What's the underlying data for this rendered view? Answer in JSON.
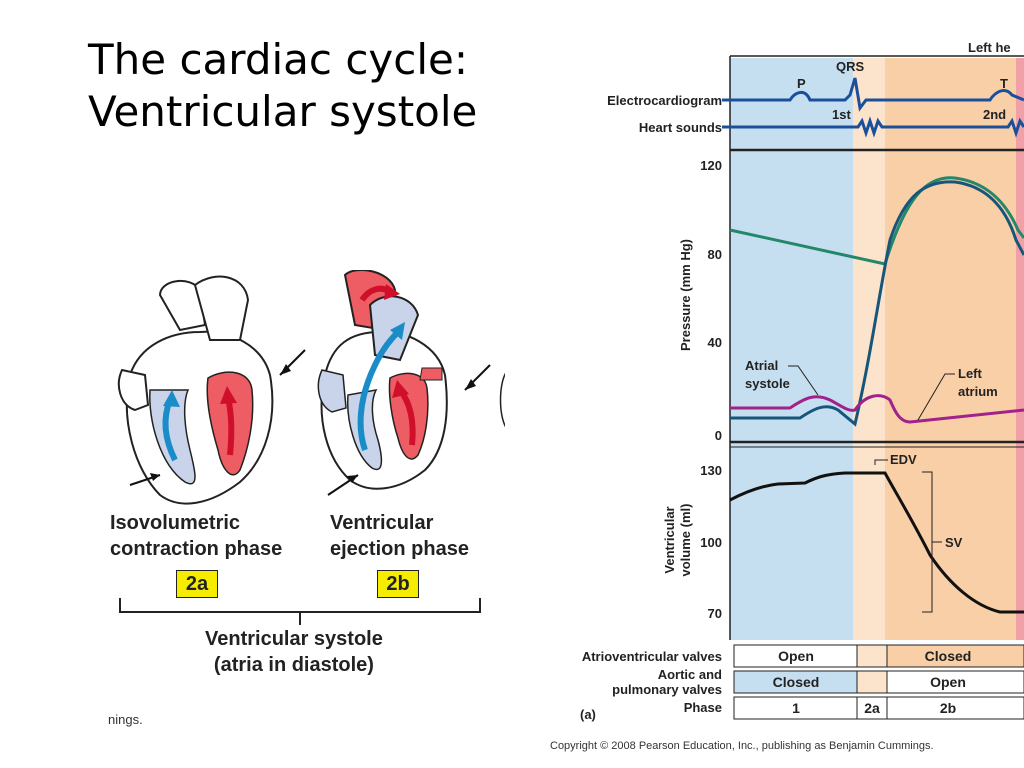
{
  "slide": {
    "title_line1": "The cardiac cycle:",
    "title_line2": "Ventricular systole"
  },
  "heart_illustration": {
    "phase_a_line1": "Isovolumetric",
    "phase_a_line2": "contraction phase",
    "phase_a_tag": "2a",
    "phase_b_line1": "Ventricular",
    "phase_b_line2": "ejection phase",
    "phase_b_tag": "2b",
    "caption_line1": "Ventricular systole",
    "caption_line2": "(atria in diastole)",
    "truncated_credit": "nings."
  },
  "wiggers": {
    "header_cut": "Left he",
    "ecg_label": "Electrocardiogram",
    "sounds_label": "Heart sounds",
    "ecg_waves": {
      "p": "P",
      "qrs": "QRS",
      "t": "T"
    },
    "sounds": {
      "first": "1st",
      "second": "2nd"
    },
    "pressure_axis_label": "Pressure (mm Hg)",
    "pressure_ticks": [
      "120",
      "80",
      "40",
      "0"
    ],
    "pressure_annotations": {
      "atrial_line1": "Atrial",
      "atrial_line2": "systole",
      "left_line1": "Left",
      "left_line2": "atrium"
    },
    "volume_axis_label_line1": "Ventricular",
    "volume_axis_label_line2": "volume (ml)",
    "volume_ticks": [
      "130",
      "100",
      "70"
    ],
    "volume_annotations": {
      "edv": "EDV",
      "sv": "SV"
    },
    "table": {
      "av_label": "Atrioventricular valves",
      "aortic_line1": "Aortic and",
      "aortic_line2": "pulmonary valves",
      "phase_label": "Phase",
      "panel_tag": "(a)",
      "av_values": [
        "Open",
        "Closed"
      ],
      "aortic_values": [
        "Closed",
        "Open"
      ],
      "phase_values": [
        "1",
        "2a",
        "2b"
      ]
    },
    "colors": {
      "phase1_band": "#c6dff0",
      "phase2a_band": "#fce4cc",
      "phase2b_band": "#f9cfa8",
      "ecg_line": "#1a4f9c",
      "aortic_pressure": "#23876a",
      "ventricular_pressure": "#17567a",
      "atrial_pressure": "#a0228a"
    }
  },
  "footer": {
    "copyright": "Copyright © 2008 Pearson Education, Inc., publishing as Benjamin Cummings."
  }
}
